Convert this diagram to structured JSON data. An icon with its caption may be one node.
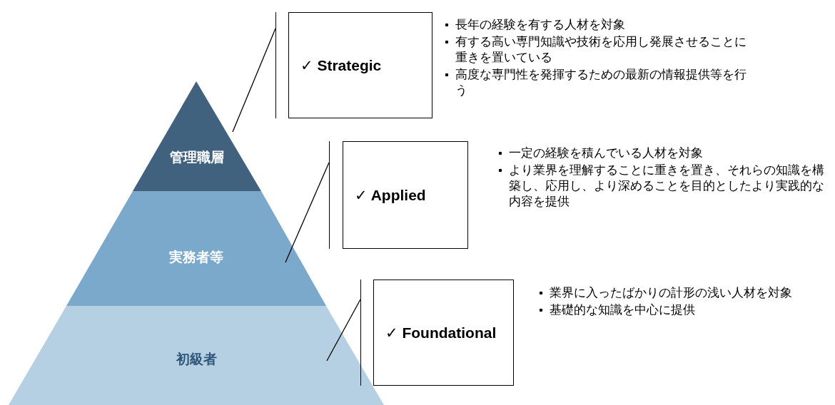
{
  "diagram": {
    "nodes": [
      {
        "text": [
          "管理職層"
        ]
      },
      {
        "text": [
          "実務者等"
        ]
      },
      {
        "text": [
          "初級者"
        ]
      },
      {
        "text": [
          "✓ Strategic"
        ],
        "beside": [
          "長年の経験を有する人材を対象",
          "有する高い専門知識や技術を応用し発展させることに重きを置いている",
          "高度な専門性を発揮するための最新の情報提供等を行う"
        ]
      },
      {
        "text": [
          "✓ Applied"
        ],
        "beside": [
          "一定の経験を積んでいる人材を対象",
          "より業界を理解することに重きを置き、それらの知識を構築し、応用し、より深めることを目的としたより実践的な内容を提供"
        ]
      },
      {
        "text": [
          "✓ Foundational"
        ],
        "beside": [
          "業界に入ったばかりの計形の浅い人材を対象",
          "基礎的な知識を中心に提供"
        ]
      }
    ],
    "edges": [
      {
        "from": 3,
        "to": 0,
        "arrow": "none"
      },
      {
        "from": 4,
        "to": 1,
        "arrow": "none"
      },
      {
        "from": 5,
        "to": 2,
        "arrow": "none"
      }
    ]
  }
}
